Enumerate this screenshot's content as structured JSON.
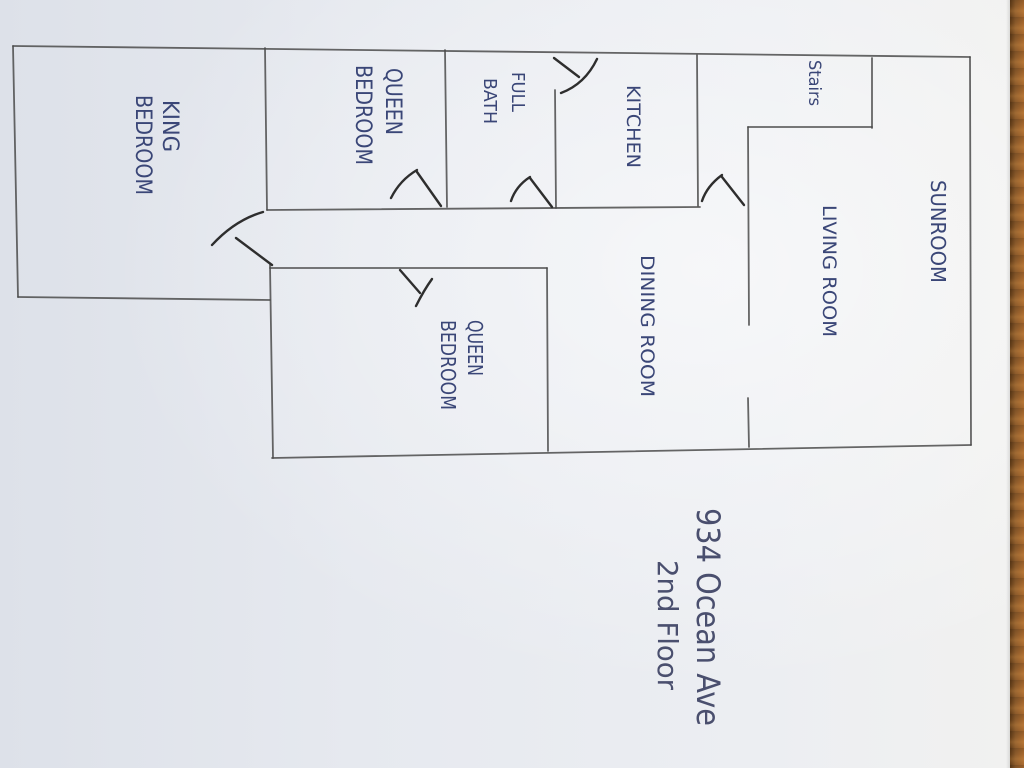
{
  "address": "934 Ocean Ave",
  "floor": "2nd Floor",
  "rooms": {
    "king_bedroom": {
      "line1": "KING",
      "line2": "BEDROOM"
    },
    "queen_bedroom_1": {
      "line1": "QUEEN",
      "line2": "BEDROOM"
    },
    "full_bath": {
      "line1": "FULL",
      "line2": "BATH"
    },
    "kitchen": {
      "label": "KITCHEN"
    },
    "stairs": {
      "label": "Stairs"
    },
    "sunroom": {
      "label": "SUNROOM"
    },
    "living_room": {
      "label": "LIVING ROOM"
    },
    "dining_room": {
      "label": "DINING ROOM"
    },
    "queen_bedroom_2": {
      "line1": "QUEEN",
      "line2": "BEDROOM"
    }
  },
  "colors": {
    "paper": "#e8ebf0",
    "pencil": "#4b4b4b",
    "ink": "#3a4677",
    "wood": "#8b5a2b"
  }
}
